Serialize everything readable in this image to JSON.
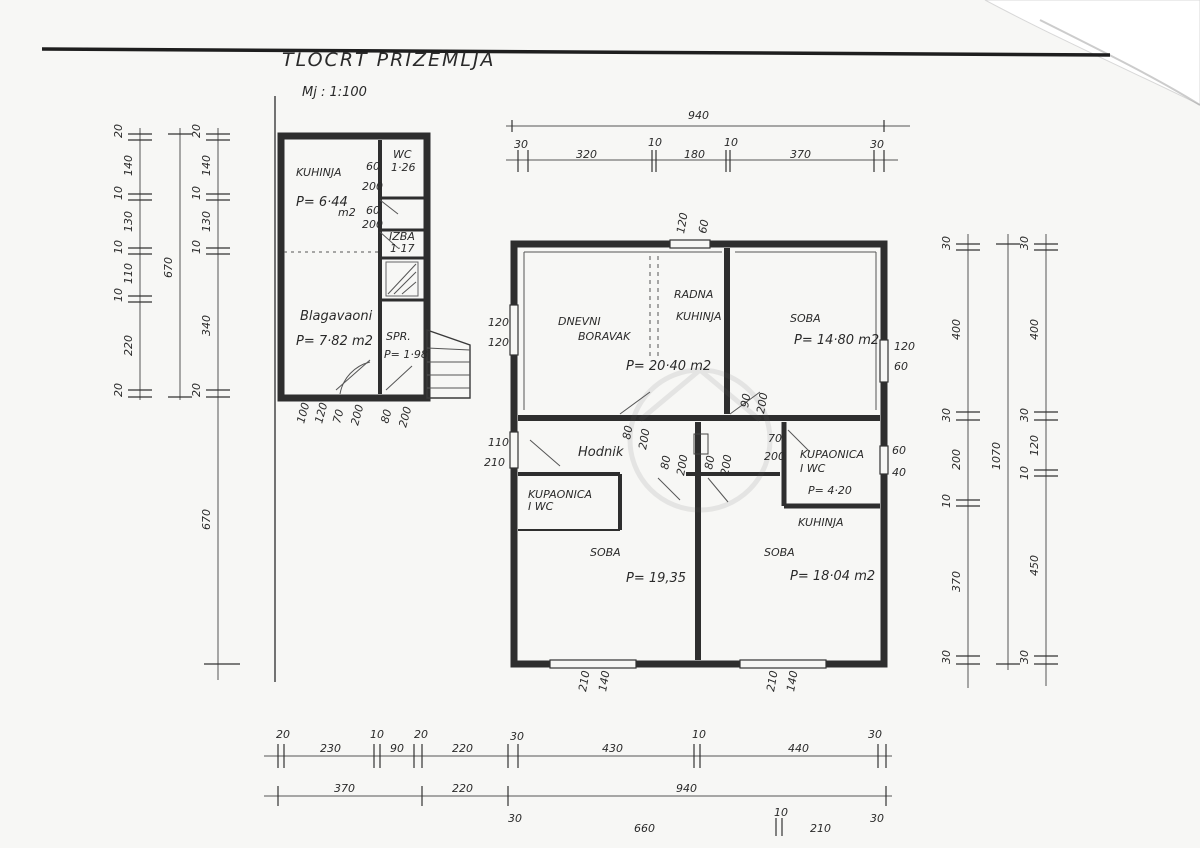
{
  "title": {
    "name": "TLOCRT PRIZEMLJA",
    "scale": "Mj : 1:100"
  },
  "rooms": {
    "small_kitchen": "KUHINJA",
    "small_kitchen_area": "P= 6·44",
    "small_kitchen_unit": "m2",
    "wc": "WC",
    "wc_area": "1·26",
    "pantry": "IZBA",
    "pantry_area": "1·17",
    "dining": "Blagavaoni",
    "dining_area": "P= 7·82 m2",
    "storage": "SPR.",
    "storage_area": "P= 1·98",
    "living": "DNEVNI",
    "living2": "BORAVAK",
    "work_kitchen": "RADNA",
    "work_kitchen2": "KUHINJA",
    "living_area": "P= 20·40 m2",
    "room_ne": "SOBA",
    "room_ne_area": "P= 14·80 m2",
    "hall": "Hodnik",
    "bath_left": "KUPAONICA",
    "bath_left2": "I WC",
    "bath_right": "KUPAONICA",
    "bath_right2": "I WC",
    "bath_right_area": "P= 4·20",
    "kitchen_se": "KUHINJA",
    "room_sw": "SOBA",
    "room_sw_area": "P= 19,35",
    "room_se": "SOBA",
    "room_se_area": "P= 18·04 m2"
  },
  "dims": {
    "top_total": "940",
    "top_segments": [
      "30",
      "320",
      "10",
      "180",
      "10",
      "370",
      "30"
    ],
    "top_window": [
      "120",
      "60"
    ],
    "left_col1": [
      "20",
      "140",
      "10",
      "130",
      "10",
      "110",
      "10",
      "220",
      "20"
    ],
    "left_col2": [
      "20",
      "140",
      "10",
      "130",
      "10",
      "340",
      "20"
    ],
    "left_total": "670",
    "left_long": "670",
    "right_col1": [
      "30",
      "400",
      "30",
      "200",
      "10",
      "370",
      "30"
    ],
    "right_col2": [
      "30",
      "400",
      "30",
      "120",
      "10",
      "450",
      "30"
    ],
    "right_total": "1070",
    "annex_bottom": [
      "100",
      "120",
      "70",
      "200",
      "80",
      "200"
    ],
    "annex_openings": [
      "60",
      "200",
      "60",
      "200"
    ],
    "main_openings": [
      "120",
      "120",
      "120",
      "60",
      "110",
      "210",
      "80",
      "200",
      "80",
      "200",
      "90",
      "200",
      "80",
      "200",
      "70",
      "200",
      "60",
      "40"
    ],
    "south_windows": [
      "210",
      "140",
      "210",
      "140"
    ],
    "bottom_row1": [
      "20",
      "230",
      "10",
      "90",
      "20",
      "220",
      "30",
      "430",
      "10",
      "440",
      "30"
    ],
    "bottom_row2": [
      "370",
      "220",
      "940"
    ],
    "bottom_row3": [
      "30",
      "660",
      "10",
      "210",
      "30"
    ]
  }
}
